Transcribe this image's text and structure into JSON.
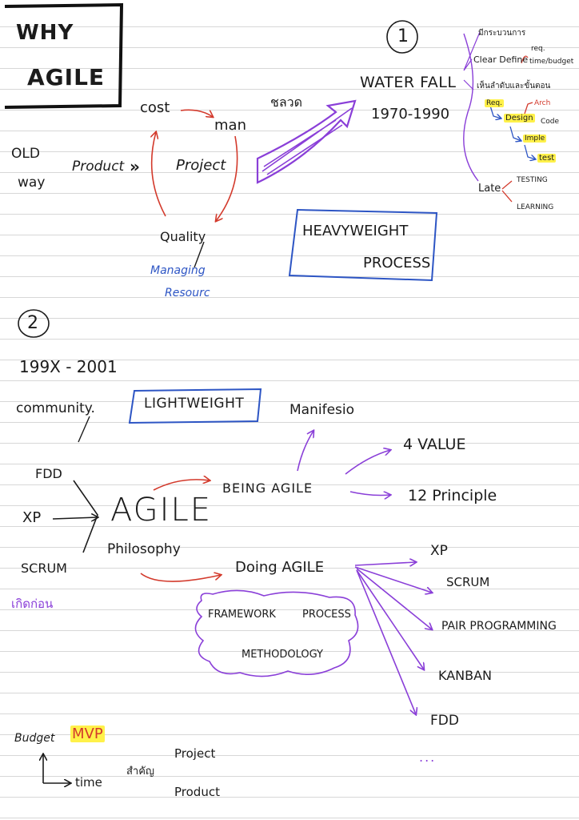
{
  "title": {
    "line1": "WHY",
    "line2": "AGILE"
  },
  "section1": {
    "number": "1",
    "old_way": {
      "line1": "OLD",
      "line2": "way"
    },
    "product": "Product",
    "arrows_text": "»",
    "project": "Project",
    "cost": "cost",
    "man": "man",
    "quality": "Quality",
    "managing": "Managing",
    "resource": "Resourc",
    "thai_label": "ชลวด",
    "waterfall": "WATER FALL",
    "years": "1970-1990",
    "heavyweight_line1": "HEAVYWEIGHT",
    "heavyweight_line2": "PROCESS",
    "branches": {
      "thai1": "มีกระบวนการ",
      "clear_define": "Clear Define",
      "req": "req.",
      "time_budget": "time/budget",
      "thai2": "เห็นลำดับและขั้นตอน",
      "phases": {
        "req": "Req.",
        "arch": "Arch",
        "design": "Design",
        "code": "Code",
        "imple": "Imple",
        "test": "test"
      },
      "late": "Late",
      "testing": "TESTING",
      "learning": "LEARNING"
    }
  },
  "section2": {
    "number": "2",
    "years": "199X - 2001",
    "community": "community.",
    "lightweight": "LIGHTWEIGHT",
    "manifesto": "Manifesio",
    "four_value": "4 VALUE",
    "twelve_principle": "12 Principle",
    "being_agile": "BEING AGILE",
    "doing_agile": "Doing AGILE",
    "agile": "AGILE",
    "philosophy": "Philosophy",
    "fdd": "FDD",
    "xp": "XP",
    "scrum": "SCRUM",
    "thai_before": "เกิดก่อน",
    "framework": "FRAMEWORK",
    "process": "PROCESS",
    "methodology": "METHODOLOGY",
    "practices": [
      "XP",
      "SCRUM",
      "PAIR PROGRAMMING",
      "KANBAN",
      "FDD",
      "..."
    ]
  },
  "section3": {
    "budget": "Budget",
    "mvp": "MVP",
    "time": "time",
    "thai_important": "สำคัญ",
    "project": "Project",
    "product": "Product"
  },
  "colors": {
    "ink": "#1b1b1b",
    "red": "#d33a2c",
    "purple": "#8a3fd8",
    "blue": "#2d55c4",
    "highlight": "#fff14a"
  }
}
